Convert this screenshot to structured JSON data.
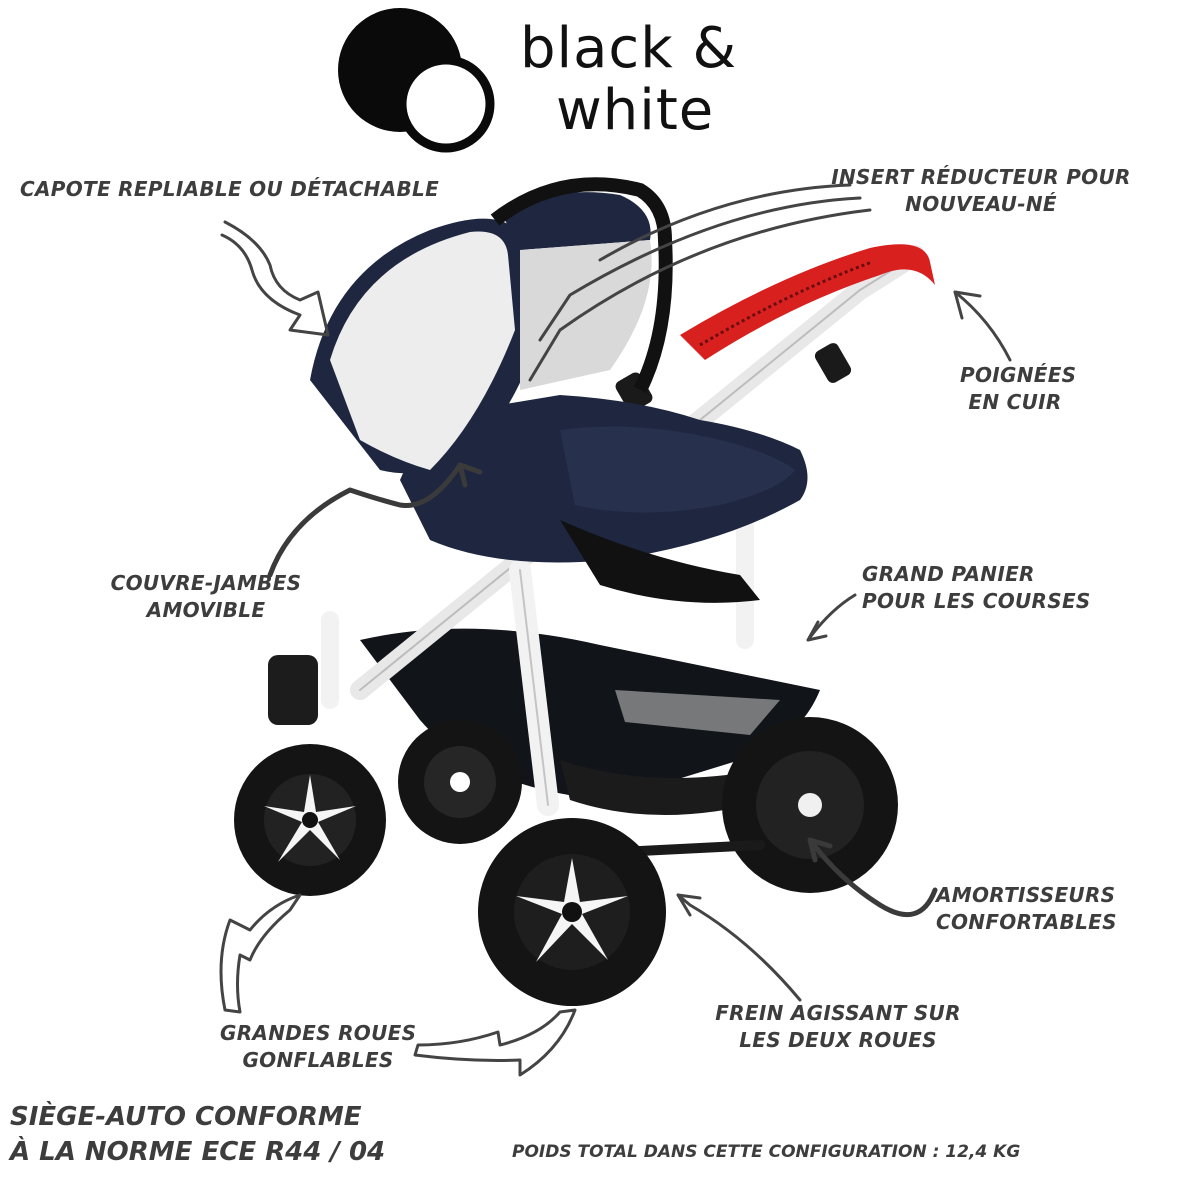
{
  "brand": {
    "line1": "black &",
    "line2": "white"
  },
  "callouts": {
    "canopy": "CAPOTE REPLIABLE OU DÉTACHABLE",
    "insert_line1": "INSERT RÉDUCTEUR POUR",
    "insert_line2": "NOUVEAU-NÉ",
    "handles_line1": "POIGNÉES",
    "handles_line2": "EN CUIR",
    "legcover_line1": "COUVRE-JAMBES",
    "legcover_line2": "AMOVIBLE",
    "basket_line1": "GRAND PANIER",
    "basket_line2": "POUR LES COURSES",
    "shocks_line1": "AMORTISSEURS",
    "shocks_line2": "CONFORTABLES",
    "brake_line1": "FREIN AGISSANT SUR",
    "brake_line2": "LES DEUX ROUES",
    "wheels_line1": "GRANDES ROUES",
    "wheels_line2": "GONFLABLES"
  },
  "footer": {
    "norm_line1": "SIÈGE-AUTO CONFORME",
    "norm_line2": "À LA NORME ECE R44 / 04",
    "weight": "POIDS TOTAL DANS CETTE CONFIGURATION : 12,4 KG"
  },
  "colors": {
    "navy": "#1f2740",
    "frame_white": "#f2f2f2",
    "handle_red": "#d8201f",
    "tire_black": "#141414",
    "label_gray": "#3d3d3d",
    "arrow_gray": "#444444"
  }
}
